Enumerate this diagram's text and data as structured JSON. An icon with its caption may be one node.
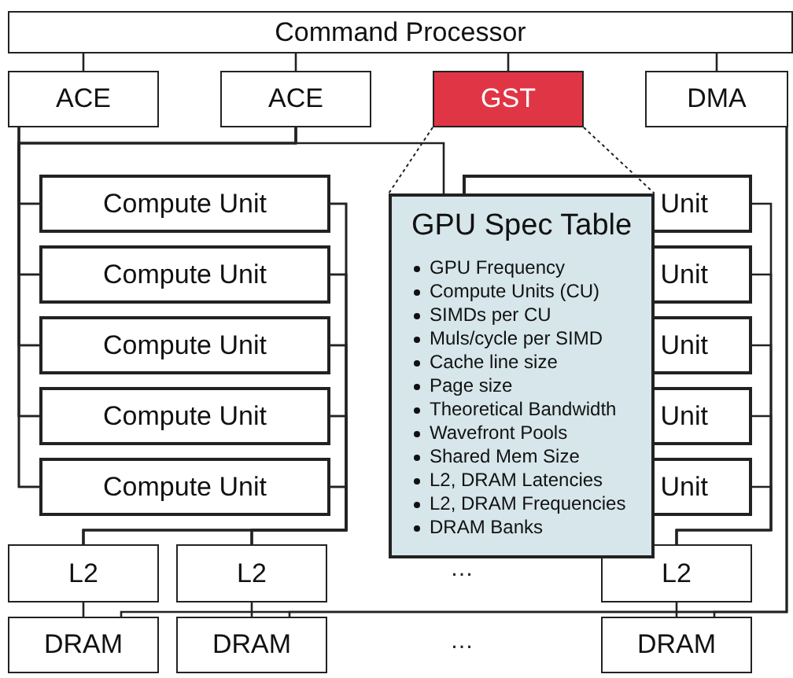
{
  "diagram": {
    "nodes": [
      {
        "text": [
          "Command Processor"
        ]
      },
      {
        "text": [
          "ACE"
        ]
      },
      {
        "text": [
          "ACE"
        ]
      },
      {
        "text": [
          "GST"
        ]
      },
      {
        "text": [
          "DMA"
        ]
      },
      {
        "text": [
          "Compute Unit"
        ]
      },
      {
        "text": [
          "Compute Unit"
        ]
      },
      {
        "text": [
          "Compute Unit"
        ]
      },
      {
        "text": [
          "Compute Unit"
        ]
      },
      {
        "text": [
          "Compute Unit"
        ]
      },
      {
        "text": [
          "Unit"
        ]
      },
      {
        "text": [
          "Unit"
        ]
      },
      {
        "text": [
          "Unit"
        ]
      },
      {
        "text": [
          "Unit"
        ]
      },
      {
        "text": [
          "Unit"
        ]
      },
      {
        "text": [
          "GPU Spec Table",
          "GPU Frequency",
          "Compute Units (CU)",
          "SIMDs per CU",
          "Muls/cycle per SIMD",
          "Cache line size",
          "Page size",
          "Theoretical Bandwidth",
          "Wavefront Pools",
          "Shared Mem Size",
          "L2, DRAM Latencies",
          "L2, DRAM Frequencies",
          "DRAM Banks"
        ]
      },
      {
        "text": [
          "L2"
        ]
      },
      {
        "text": [
          "L2"
        ]
      },
      {
        "text": [
          "L2"
        ]
      },
      {
        "text": [
          "DRAM"
        ]
      },
      {
        "text": [
          "DRAM"
        ]
      },
      {
        "text": [
          "DRAM"
        ]
      }
    ],
    "edges": [
      {
        "from": 0,
        "to": 1,
        "arrow": "none"
      },
      {
        "from": 0,
        "to": 2,
        "arrow": "none"
      },
      {
        "from": 0,
        "to": 3,
        "arrow": "none"
      },
      {
        "from": 0,
        "to": 4,
        "arrow": "none"
      },
      {
        "from": 3,
        "to": 15,
        "arrow": "none",
        "style": "dashed"
      },
      {
        "from": 3,
        "to": 15,
        "arrow": "none",
        "style": "dashed"
      },
      {
        "from": 1,
        "to": 5,
        "arrow": "none"
      },
      {
        "from": 1,
        "to": 6,
        "arrow": "none"
      },
      {
        "from": 1,
        "to": 7,
        "arrow": "none"
      },
      {
        "from": 1,
        "to": 8,
        "arrow": "none"
      },
      {
        "from": 1,
        "to": 9,
        "arrow": "none"
      },
      {
        "from": 2,
        "to": 5,
        "arrow": "none"
      },
      {
        "from": 2,
        "to": 6,
        "arrow": "none"
      },
      {
        "from": 2,
        "to": 7,
        "arrow": "none"
      },
      {
        "from": 2,
        "to": 8,
        "arrow": "none"
      },
      {
        "from": 2,
        "to": 9,
        "arrow": "none"
      },
      {
        "from": 2,
        "to": 15,
        "arrow": "none"
      },
      {
        "from": 5,
        "to": 16,
        "arrow": "none"
      },
      {
        "from": 5,
        "to": 17,
        "arrow": "none"
      },
      {
        "from": 6,
        "to": 16,
        "arrow": "none"
      },
      {
        "from": 6,
        "to": 17,
        "arrow": "none"
      },
      {
        "from": 7,
        "to": 16,
        "arrow": "none"
      },
      {
        "from": 7,
        "to": 17,
        "arrow": "none"
      },
      {
        "from": 8,
        "to": 16,
        "arrow": "none"
      },
      {
        "from": 8,
        "to": 17,
        "arrow": "none"
      },
      {
        "from": 9,
        "to": 16,
        "arrow": "none"
      },
      {
        "from": 9,
        "to": 17,
        "arrow": "none"
      },
      {
        "from": 10,
        "to": 18,
        "arrow": "none"
      },
      {
        "from": 11,
        "to": 18,
        "arrow": "none"
      },
      {
        "from": 12,
        "to": 18,
        "arrow": "none"
      },
      {
        "from": 13,
        "to": 18,
        "arrow": "none"
      },
      {
        "from": 14,
        "to": 18,
        "arrow": "none"
      },
      {
        "from": 16,
        "to": 19,
        "arrow": "none"
      },
      {
        "from": 17,
        "to": 20,
        "arrow": "none"
      },
      {
        "from": 18,
        "to": 21,
        "arrow": "none"
      },
      {
        "from": 4,
        "to": 19,
        "arrow": "none"
      },
      {
        "from": 4,
        "to": 20,
        "arrow": "none"
      },
      {
        "from": 4,
        "to": 21,
        "arrow": "none"
      }
    ],
    "labels": [
      "…",
      "…"
    ]
  }
}
